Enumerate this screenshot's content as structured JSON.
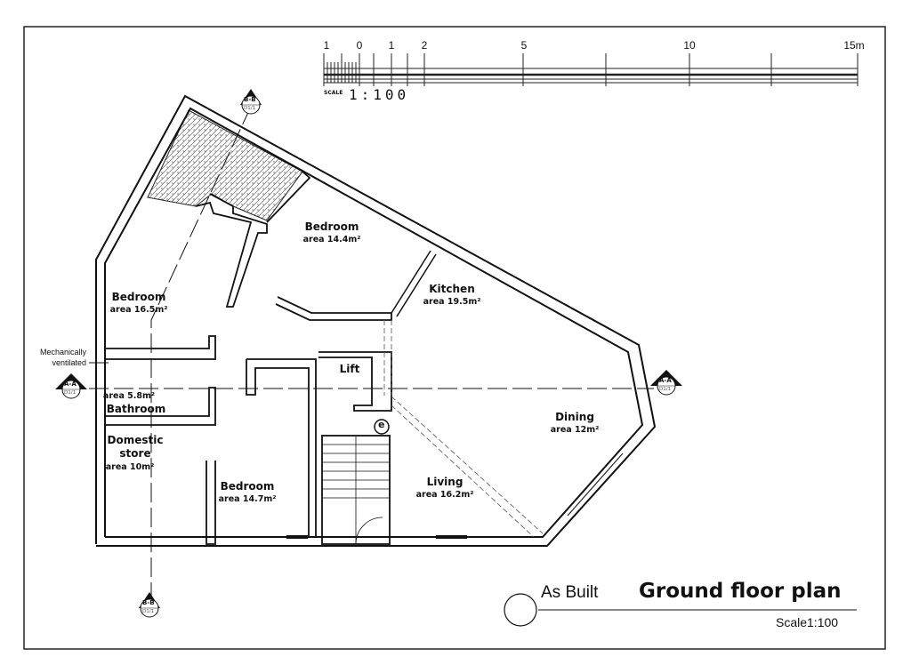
{
  "scale_bar": {
    "ticks": [
      "1",
      "0",
      "1",
      "2",
      "5",
      "10",
      "15m"
    ],
    "scale_word": "SCALE",
    "scale_ratio": "1:100"
  },
  "rooms": [
    {
      "name": "Bedroom",
      "area": "area 14.4m²"
    },
    {
      "name": "Bedroom",
      "area": "area 16.5m²"
    },
    {
      "name": "Kitchen",
      "area": "area 19.5m²"
    },
    {
      "name": "Lift",
      "area": ""
    },
    {
      "name": "Bathroom",
      "area": "area 5.8m²"
    },
    {
      "name": "Domestic store",
      "area": "area 10m²"
    },
    {
      "name": "Bedroom",
      "area": "area 14.7m²"
    },
    {
      "name": "Living",
      "area": "area 16.2m²"
    },
    {
      "name": "Dining",
      "area": "area 12m²"
    }
  ],
  "annotations": {
    "ventilation_line1": "Mechanically",
    "ventilation_line2": "ventilated",
    "entrance_symbol": "e"
  },
  "section_markers": [
    {
      "label": "B-B",
      "sheet": "D1/1"
    },
    {
      "label": "A-A",
      "sheet": "D1/1"
    },
    {
      "label": "A-A",
      "sheet": "D1/1"
    },
    {
      "label": "B-B",
      "sheet": "D1/1"
    }
  ],
  "title_block": {
    "status": "As Built",
    "title": "Ground floor plan",
    "scale": "Scale1:100"
  }
}
